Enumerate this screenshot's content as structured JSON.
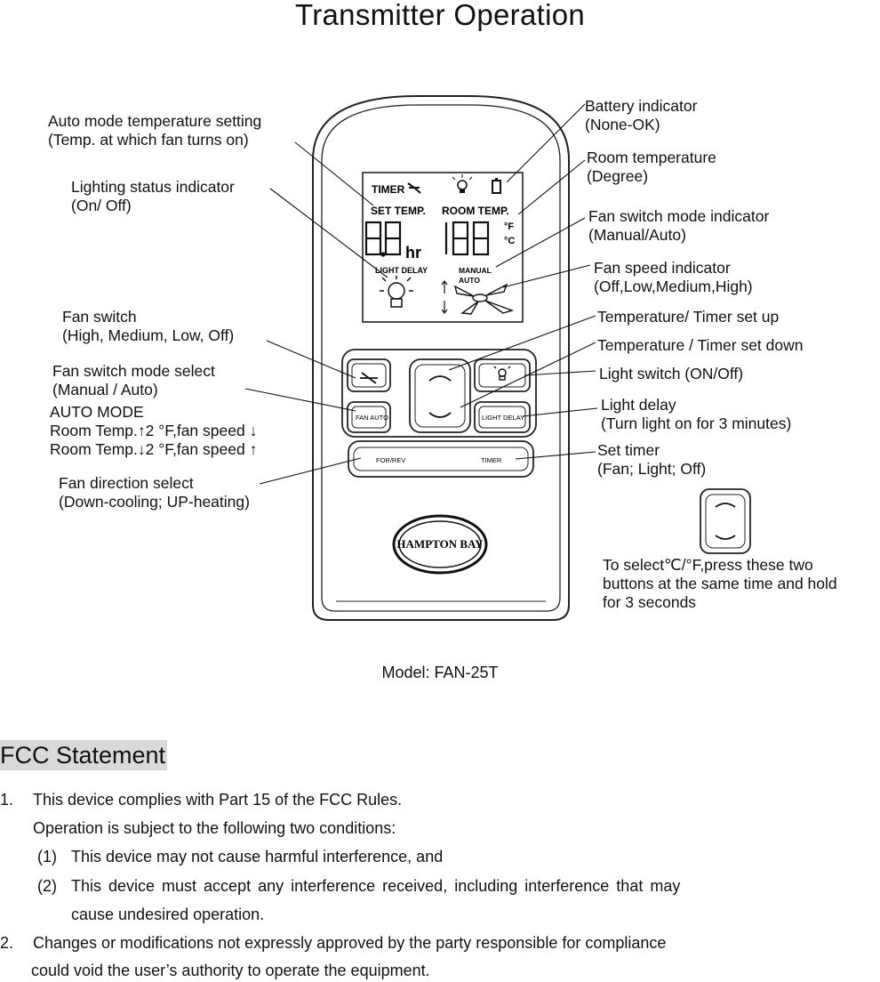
{
  "title": "Transmitter Operation",
  "labels": {
    "auto_temp": [
      "Auto mode temperature setting",
      "(Temp. at which fan turns on)"
    ],
    "lighting_status": [
      "Lighting status indicator",
      "(On/ Off)"
    ],
    "fan_switch": [
      "Fan switch",
      "(High, Medium, Low, Off)"
    ],
    "fan_mode_select": [
      "Fan switch mode select",
      "(Manual / Auto)"
    ],
    "auto_mode": [
      "AUTO MODE",
      "Room Temp.↑2 °F,fan speed ↓",
      "Room Temp.↓2 °F,fan speed ↑"
    ],
    "fan_direction": [
      "Fan direction select",
      "(Down-cooling; UP-heating)"
    ],
    "battery": [
      "Battery indicator",
      "(None-OK)"
    ],
    "room_temp": [
      "Room temperature",
      "(Degree)"
    ],
    "fan_mode_indicator": [
      "Fan switch mode indicator",
      "(Manual/Auto)"
    ],
    "fan_speed_indicator": [
      "Fan speed indicator",
      "(Off,Low,Medium,High)"
    ],
    "temp_up": [
      "Temperature/ Timer set up"
    ],
    "temp_down": [
      "Temperature  /  Timer set down"
    ],
    "light_switch": [
      "Light switch (ON/Off)"
    ],
    "light_delay": [
      "Light delay",
      "(Turn light on for 3 minutes)"
    ],
    "set_timer": [
      "Set timer",
      "(Fan; Light; Off)"
    ],
    "select_unit": [
      "To select℃/°F,press these two",
      "buttons at the same time and hold",
      "for 3 seconds"
    ]
  },
  "lcd": {
    "timer": "TIMER",
    "set_temp": "SET TEMP.",
    "room_temp": "ROOM TEMP.",
    "unit_f": "°F",
    "unit_c": "°C",
    "hr": "hr",
    "light_delay": "LIGHT DELAY",
    "manual": "MANUAL",
    "auto": "AUTO"
  },
  "buttons": {
    "fan_auto": "FAN AUTO",
    "light_delay": "LIGHT DELAY",
    "for_rev": "FOR/REV",
    "timer": "TIMER"
  },
  "logo_text": "HAMPTON BAY",
  "model": "Model: FAN-25T",
  "fcc": {
    "heading": "FCC Statement",
    "item1_num": "1.",
    "item1_a": "This device complies with Part 15 of the FCC Rules.",
    "item1_b": "Operation is subject to the following two conditions:",
    "cond1_num": "(1)",
    "cond1": "This device may not cause harmful interference, and",
    "cond2_num": "(2)",
    "cond2_a": "This device must accept any interference received, including interference that may",
    "cond2_b": "cause undesired operation.",
    "item2_num": "2.",
    "item2_a": "Changes or modifications not expressly approved by the party responsible for compliance",
    "item2_b": "could void the user’s authority to operate the equipment."
  }
}
